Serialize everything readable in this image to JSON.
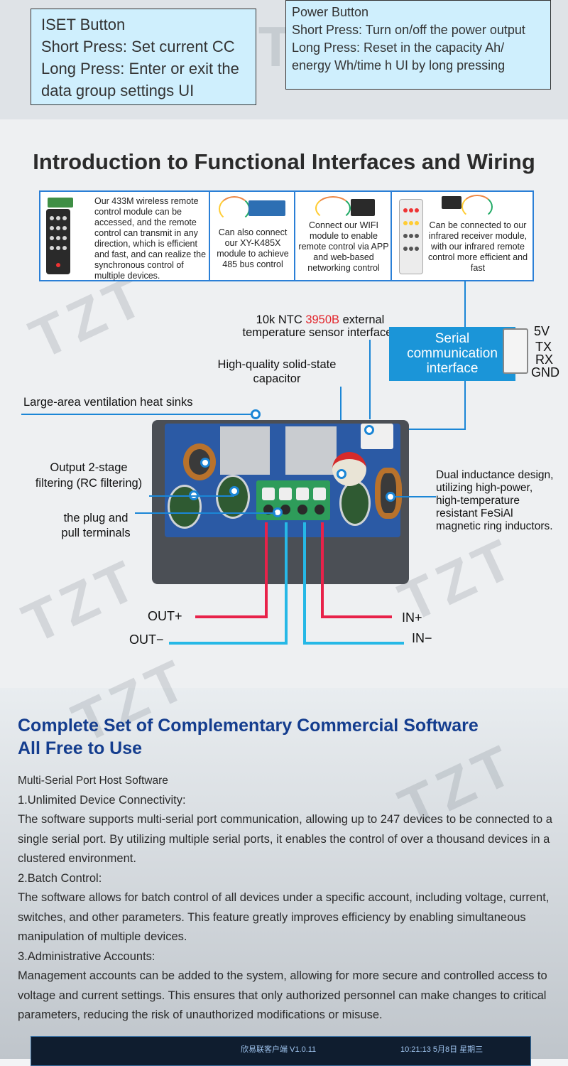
{
  "top": {
    "iset_lines": [
      "ISET Button",
      "Short Press: Set current CC",
      "Long Press: Enter or exit the",
      "data group settings UI"
    ],
    "power_lines": [
      "Power Button",
      "Short Press: Turn on/off the power output",
      "Long Press: Reset in the capacity Ah/",
      "energy Wh/time h  UI by long pressing"
    ]
  },
  "watermark": "TZT",
  "wiring": {
    "title": "Introduction to Functional Interfaces and Wiring",
    "cards": [
      {
        "text": "Our 433M wireless remote control module can be accessed, and the remote control can transmit in any direction, which is efficient and fast, and can realize the synchronous control of multiple devices."
      },
      {
        "text": "Can also connect our XY-K485X module to achieve 485 bus control"
      },
      {
        "text": "Connect our WIFI module to enable remote control via APP and web-based networking control"
      },
      {
        "text": "Can be connected to our infrared receiver module, with our infrared remote control more efficient and fast"
      }
    ],
    "ntc_prefix": "10k NTC ",
    "ntc_highlight": "3950B",
    "ntc_suffix": " external",
    "ntc_line2": "temperature sensor interface",
    "serial_line1": "Serial",
    "serial_line2": "communication",
    "serial_line3": "interface",
    "pins": [
      "5V",
      "TX",
      "RX",
      "GND"
    ],
    "cap_line1": "High-quality solid-state",
    "cap_line2": "capacitor",
    "heatsink": "Large-area ventilation heat sinks",
    "filter_line1": "Output 2-stage",
    "filter_line2": "filtering (RC filtering)",
    "plug_line1": "the plug and",
    "plug_line2": "pull terminals",
    "inductor_lines": [
      "Dual inductance design,",
      "utilizing high-power,",
      "high-temperature",
      "resistant FeSiAl",
      "magnetic ring inductors."
    ],
    "out_plus": "OUT+",
    "out_minus": "OUT−",
    "in_plus": "IN+",
    "in_minus": "IN−",
    "colors": {
      "red": "#e8224a",
      "cyan": "#26b8e6",
      "blue": "#1b86d6",
      "highlight": "#e2262c"
    }
  },
  "software": {
    "title_line1": "Complete Set of Complementary Commercial Software",
    "title_line2": "All Free to Use",
    "subtitle": "Multi-Serial Port Host Software",
    "h1": "1.Unlimited Device Connectivity:",
    "p1": "The software supports multi-serial port communication, allowing up to 247 devices to be connected to a single serial port. By utilizing multiple serial ports, it enables the control of over a thousand devices in a clustered environment.",
    "h2": "2.Batch Control:",
    "p2": "The software allows for batch control of all devices under a specific account, including voltage, current, switches, and other parameters. This feature greatly improves efficiency by enabling simultaneous manipulation of multiple devices.",
    "h3": "3.Administrative Accounts:",
    "p3": "Management accounts can be added to the system, allowing for more secure and controlled access to voltage and current settings. This ensures that only authorized personnel can make changes to critical parameters, reducing the risk of unauthorized modifications or misuse.",
    "app_title": "欣易联客户端 V1.0.11",
    "app_time": "10:21:13 5月8日 星期三"
  }
}
